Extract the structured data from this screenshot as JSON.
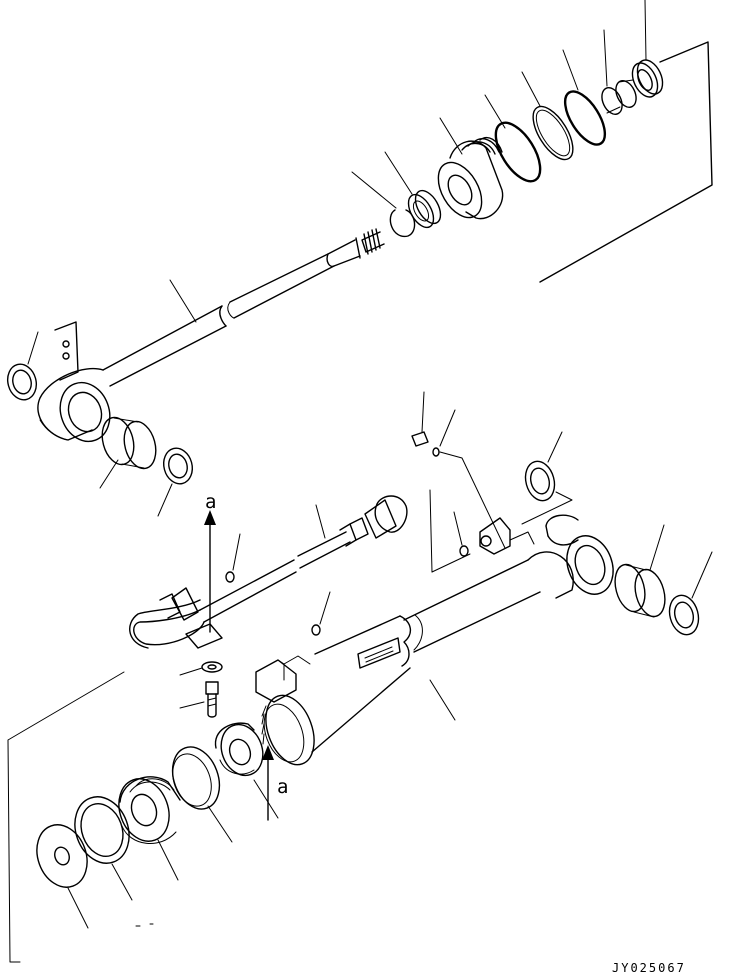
{
  "drawing": {
    "view_marker": "a",
    "view_marker_lower": "a",
    "drawing_code": "JY025067"
  }
}
